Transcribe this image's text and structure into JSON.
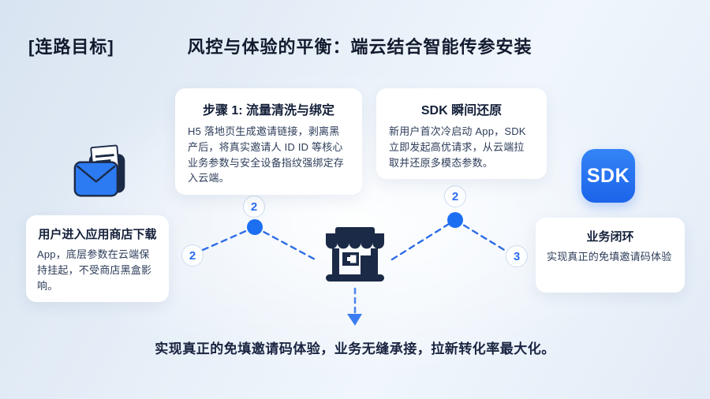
{
  "header": {
    "tag": "[连路目标]",
    "title": "风控与体验的平衡：端云结合智能传参安装"
  },
  "cards": {
    "step1": {
      "title": "步骤 1: 流量清洗与绑定",
      "body": "H5 落地页生成邀请链接，剥离黑产后，将真实邀请人 ID ID 等核心业务参数与安全设备指纹强绑定存入云端。"
    },
    "sdk_restore": {
      "title": "SDK 瞬间还原",
      "body": "新用户首次冷启动 App，SDK 立即发起高优请求，从云端拉取并还原多模态参数。"
    },
    "app_store": {
      "title": "用户进入应用商店下载",
      "body": "App，底层参数在云端保持挂起，不受商店黑盒影响。"
    },
    "closed_loop": {
      "title": "业务闭环",
      "body": "实现真正的免填邀请码体验"
    }
  },
  "flow": {
    "badges": [
      "2",
      "2",
      "2",
      "3"
    ],
    "sdk_badge_label": "SDK"
  },
  "footer": {
    "text": "实现真正的免填邀请码体验，业务无缝承接，拉新转化率最大化。"
  },
  "icons": {
    "mail_tray": "mail-tray-icon",
    "storefront": "storefront-icon",
    "sdk_app": "sdk-app-icon",
    "down_arrow": "down-arrow-icon"
  },
  "colors": {
    "accent_blue": "#1d6ff2",
    "dash_blue": "#2e6de8",
    "dark_navy": "#1b2a47",
    "badge_border": "#cfdcef",
    "card_bg": "#ffffff",
    "heading": "#14203a"
  }
}
